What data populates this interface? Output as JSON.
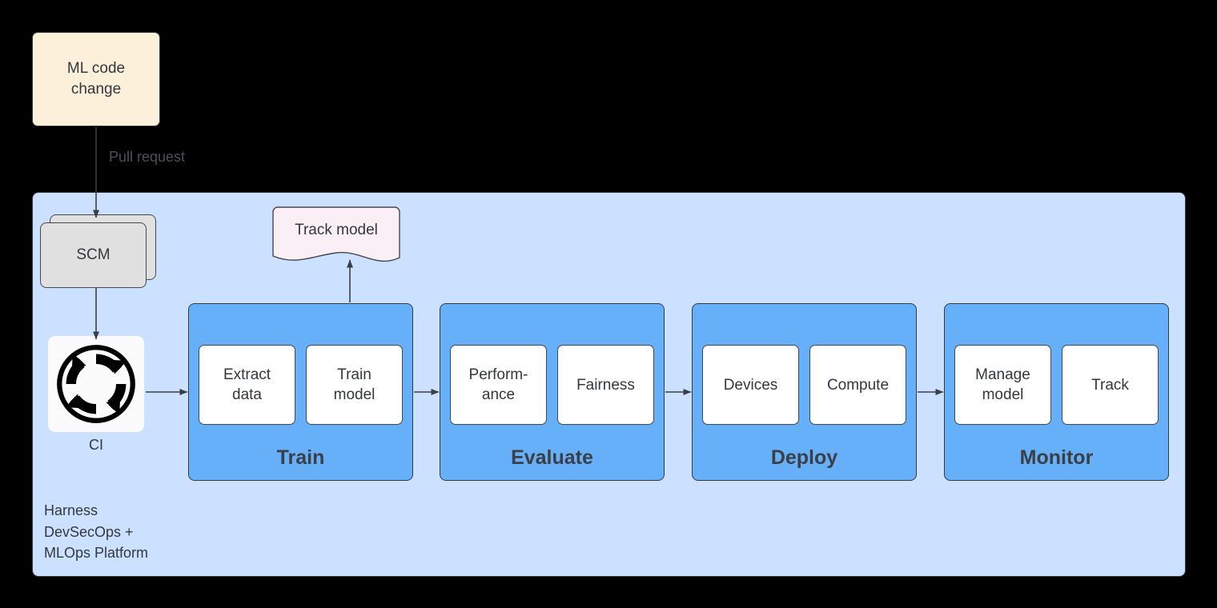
{
  "diagram": {
    "title_node": {
      "label": "ML code\nchange",
      "name": "ml-code-change"
    },
    "edges": {
      "pull_request_label": "Pull request"
    },
    "scm": {
      "label": "SCM"
    },
    "ci": {
      "label": "CI",
      "icon": "continuous-integration-cycle-icon"
    },
    "note": {
      "label": "Track model"
    },
    "platform": {
      "caption": "Harness\nDevSecOps +\nMLOps Platform"
    },
    "stages": [
      {
        "title": "Train",
        "subs": [
          "Extract\ndata",
          "Train\nmodel"
        ]
      },
      {
        "title": "Evaluate",
        "subs": [
          "Perform-\nance",
          "Fairness"
        ]
      },
      {
        "title": "Deploy",
        "subs": [
          "Devices",
          "Compute"
        ]
      },
      {
        "title": "Monitor",
        "subs": [
          "Manage\nmodel",
          "Track"
        ]
      }
    ],
    "colors": {
      "background": "#000000",
      "code_change_fill": "#fdf0da",
      "platform_fill": "#cce0ff",
      "stage_fill": "#66b0fa",
      "sub_fill": "#ffffff",
      "scm_fill": "#e0e0e0",
      "note_fill": "#faeff5",
      "stroke": "#36393d",
      "text": "#33383d",
      "edge_label_text": "#4a5059"
    }
  }
}
